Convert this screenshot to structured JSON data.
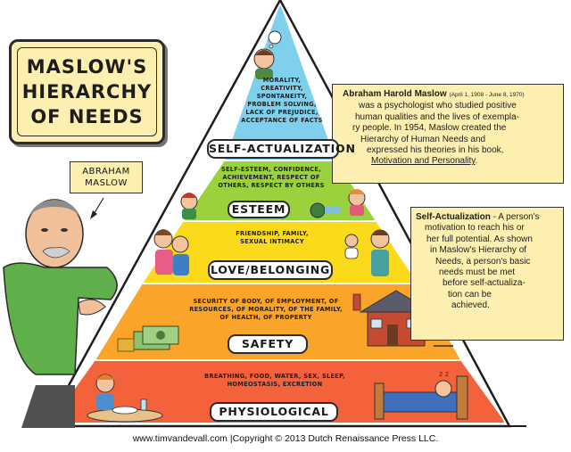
{
  "title": {
    "line1": "MASLOW'S",
    "line2": "HIERARCHY",
    "line3": "OF NEEDS"
  },
  "name_tag": {
    "line1": "ABRAHAM",
    "line2": "MASLOW"
  },
  "bio": {
    "name": "Abraham Harold Maslow",
    "dates": "(April 1, 1908 - June 8, 1970)",
    "lines": [
      "was a psychologist who studied positive",
      "human qualities and the lives of exempla-",
      "ry people. In 1954, Maslow created the",
      "Hierarchy of Human Needs and",
      "expressed his theories in his book,"
    ],
    "book": "Motivation and Personality",
    "book_end": "."
  },
  "definition": {
    "term": "Self-Actualization",
    "first": " - A person's",
    "lines": [
      "motivation to reach his or",
      "her full potential. As shown",
      "in Maslow's Hierarchy of",
      "Needs, a person's basic",
      "needs must be met",
      "before self-actualiza-",
      "tion can be",
      "achieved."
    ]
  },
  "levels": [
    {
      "label": "SELF-ACTUALIZATION",
      "text": [
        "MORALITY,",
        "CREATIVITY,",
        "SPONTANEITY,",
        "PROBLEM SOLVING,",
        "LACK OF PREJUDICE,",
        "ACCEPTANCE OF FACTS"
      ],
      "color": "#7fd0ec"
    },
    {
      "label": "ESTEEM",
      "text": [
        "SELF-ESTEEM, CONFIDENCE,",
        "ACHIEVEMENT, RESPECT OF",
        "OTHERS, RESPECT BY OTHERS"
      ],
      "color": "#9bd13c"
    },
    {
      "label": "LOVE/BELONGING",
      "text": [
        "FRIENDSHIP, FAMILY,",
        "SEXUAL INTIMACY"
      ],
      "color": "#fbd91b"
    },
    {
      "label": "SAFETY",
      "text": [
        "SECURITY OF BODY, OF EMPLOYMENT, OF",
        "RESOURCES, OF MORALITY, OF THE FAMILY,",
        "OF HEALTH, OF PROPERTY"
      ],
      "color": "#fba42a"
    },
    {
      "label": "PHYSIOLOGICAL",
      "text": [
        "BREATHING, FOOD, WATER, SEX, SLEEP,",
        "HOMEOSTASIS, EXCRETION"
      ],
      "color": "#f4623b"
    }
  ],
  "footer": "www.timvandevall.com |Copyright © 2013 Dutch Renaissance Press LLC.",
  "icons": [
    "thinking-man-icon",
    "maslow-portrait-icon",
    "trophy-icon",
    "family-icon",
    "money-icon",
    "house-icon",
    "dining-child-icon",
    "sleeping-person-icon"
  ]
}
